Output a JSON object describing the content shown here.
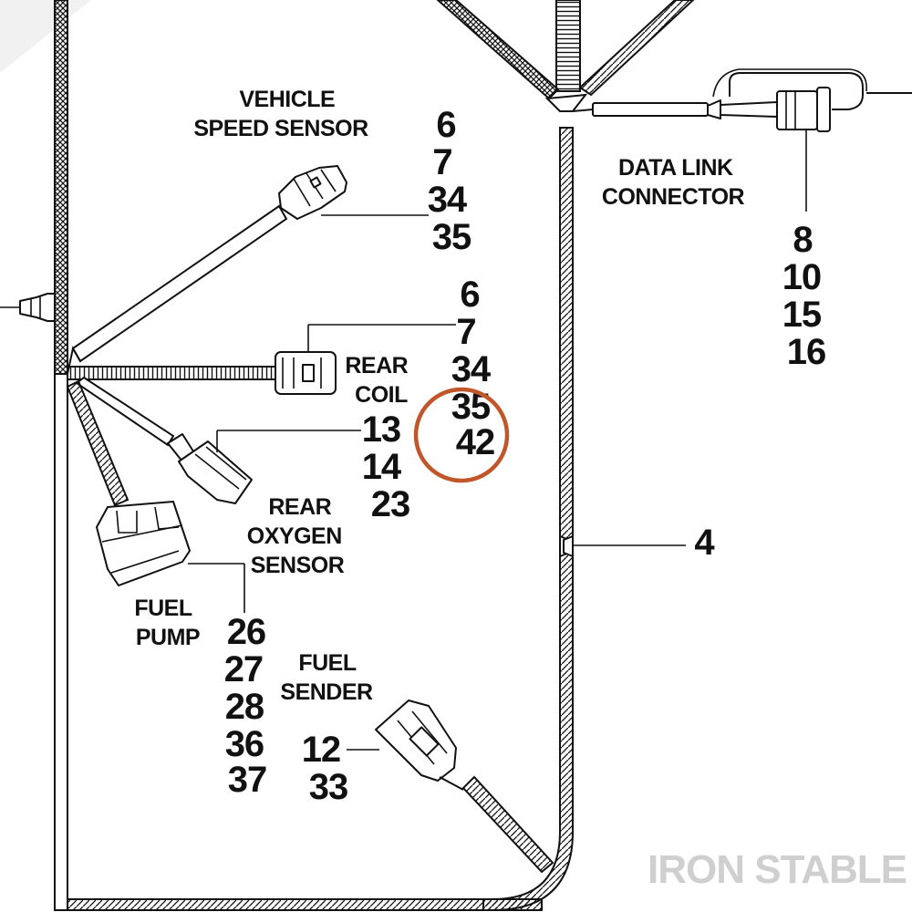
{
  "labels": {
    "vehicle_speed_sensor": [
      "VEHICLE",
      "SPEED SENSOR"
    ],
    "data_link_connector": [
      "DATA LINK",
      "CONNECTOR"
    ],
    "rear_coil": [
      "REAR",
      "COIL"
    ],
    "rear_oxygen_sensor": [
      "REAR",
      "OXYGEN",
      "SENSOR"
    ],
    "fuel_pump": [
      "FUEL",
      "PUMP"
    ],
    "fuel_sender": [
      "FUEL",
      "SENDER"
    ]
  },
  "callouts": {
    "vehicle_speed_sensor": [
      "6",
      "7",
      "34",
      "35"
    ],
    "data_link_connector": [
      "8",
      "10",
      "15",
      "16"
    ],
    "rear_coil_upper": [
      "6",
      "7",
      "34",
      "35",
      "42"
    ],
    "rear_coil_lower": [
      "13",
      "14",
      "23"
    ],
    "harness_trunk": [
      "4"
    ],
    "fuel_pump": [
      "26",
      "27",
      "28",
      "36",
      "37"
    ],
    "fuel_sender": [
      "12",
      "33"
    ]
  },
  "highlight": {
    "target": "42",
    "color": "#c0562a"
  },
  "watermark": "IRON STABLE",
  "colors": {
    "line": "#111111",
    "watermark": "#cfcfcf",
    "highlight": "#c0562a"
  }
}
